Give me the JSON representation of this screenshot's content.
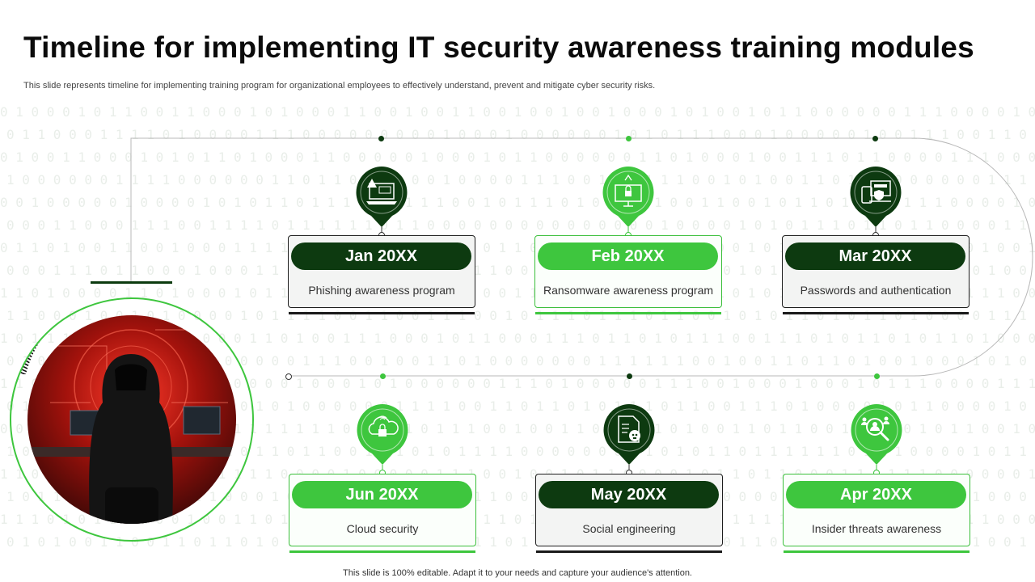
{
  "header": {
    "title": "Timeline for implementing IT security awareness training modules",
    "subtitle": "This slide represents timeline for implementing training program for organizational employees to effectively understand, prevent and mitigate cyber security risks."
  },
  "footer": {
    "note": "This slide is 100% editable. Adapt it to your needs and capture your audience's attention."
  },
  "colors": {
    "dark_green": "#0d3a10",
    "bright_green": "#3ec63e",
    "title": "#0b0b0b"
  },
  "timeline": [
    {
      "date": "Jan 20XX",
      "description": "Phishing awareness program",
      "icon": "phishing-laptop-warning-icon",
      "theme": "dark"
    },
    {
      "date": "Feb 20XX",
      "description": "Ransomware awareness program",
      "icon": "ransomware-monitor-lock-icon",
      "theme": "light"
    },
    {
      "date": "Mar 20XX",
      "description": "Passwords and authentication",
      "icon": "password-shield-devices-icon",
      "theme": "dark"
    },
    {
      "date": "Apr 20XX",
      "description": "Insider threats awareness",
      "icon": "insider-threat-magnifier-icon",
      "theme": "light"
    },
    {
      "date": "May 20XX",
      "description": "Social engineering",
      "icon": "social-engineering-document-icon",
      "theme": "dark"
    },
    {
      "date": "Jun 20XX",
      "description": "Cloud security",
      "icon": "cloud-security-lock-icon",
      "theme": "light"
    }
  ],
  "image": {
    "subject": "hooded-hacker-photo"
  }
}
